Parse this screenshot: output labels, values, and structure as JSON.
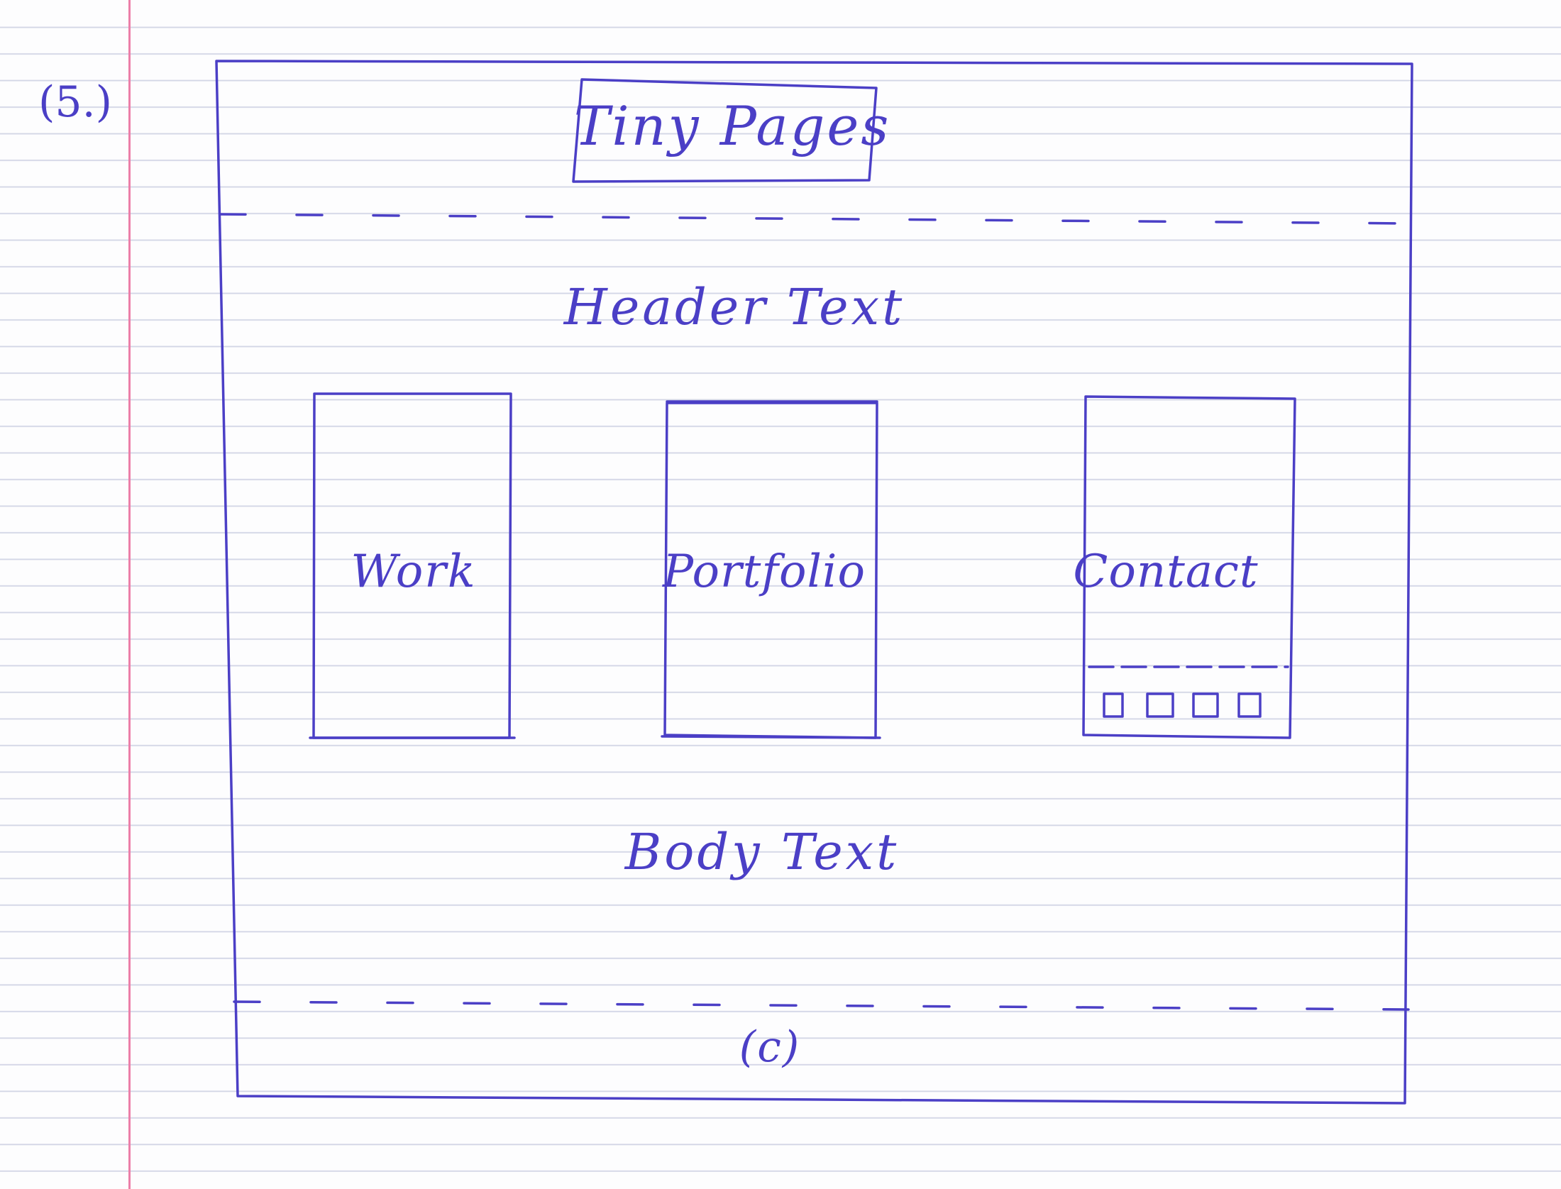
{
  "page_number": "(5.)",
  "site": {
    "logo": "Tiny Pages",
    "header_text": "Header Text",
    "body_text": "Body Text",
    "footer_text": "(c)"
  },
  "cards": [
    {
      "label": "Work"
    },
    {
      "label": "Portfolio"
    },
    {
      "label": "Contact"
    }
  ],
  "colors": {
    "ink": "#4b3fc6",
    "margin_line": "#ec7fa9",
    "ruled_line": "#d3d6e6",
    "paper": "#fdfdfe"
  }
}
